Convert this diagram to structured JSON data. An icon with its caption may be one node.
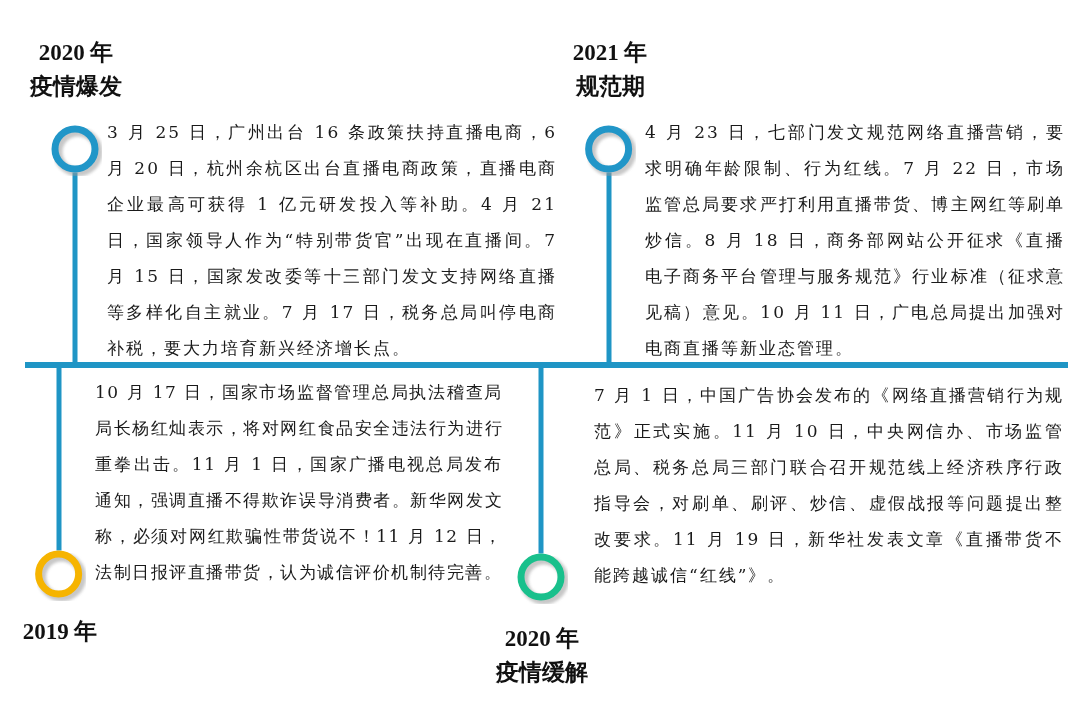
{
  "diagram": {
    "nodes": [
      {
        "text": [
          "2019 年"
        ],
        "beside": [
          "10 月 17 日，国家市场监督管理总局执法稽查局局长杨红灿表示，将对网红食品安全违法行为进行重拳出击。11 月 1 日，国家广播电视总局发布通知，强调直播不得欺诈误导消费者。新华网发文称，必须对网红欺骗性带货说不！11 月 12 日，法制日报评直播带货，认为诚信评价机制待完善。"
        ]
      },
      {
        "text": [
          "2020 年",
          "疫情爆发"
        ],
        "beside": [
          "3 月 25 日，广州出台 16 条政策扶持直播电商，6 月 20 日，杭州余杭区出台直播电商政策，直播电商企业最高可获得 1 亿元研发投入等补助。4 月 21 日，国家领导人作为“特别带货官”出现在直播间。7 月 15 日，国家发改委等十三部门发文支持网络直播等多样化自主就业。7 月 17 日，税务总局叫停电商补税，要大力培育新兴经济增长点。"
        ]
      },
      {
        "text": [
          "2020 年",
          "疫情缓解"
        ],
        "beside": [
          "7 月 1 日，中国广告协会发布的《网络直播营销行为规范》正式实施。11 月 10 日，中央网信办、市场监管总局、税务总局三部门联合召开规范线上经济秩序行政指导会，对刷单、刷评、炒信、虚假战报等问题提出整改要求。11 月 19 日，新华社发表文章《直播带货不能跨越诚信“红线”》。"
        ]
      },
      {
        "text": [
          "2021 年",
          "规范期"
        ],
        "beside": [
          "4 月 23 日，七部门发文规范网络直播营销，要求明确年龄限制、行为红线。7 月 22 日，市场监管总局要求严打利用直播带货、博主网红等刷单炒信。8 月 18 日，商务部网站公开征求《直播电子商务平台管理与服务规范》行业标准（征求意见稿）意见。10 月 11 日，广电总局提出加强对电商直播等新业态管理。"
        ]
      }
    ]
  }
}
